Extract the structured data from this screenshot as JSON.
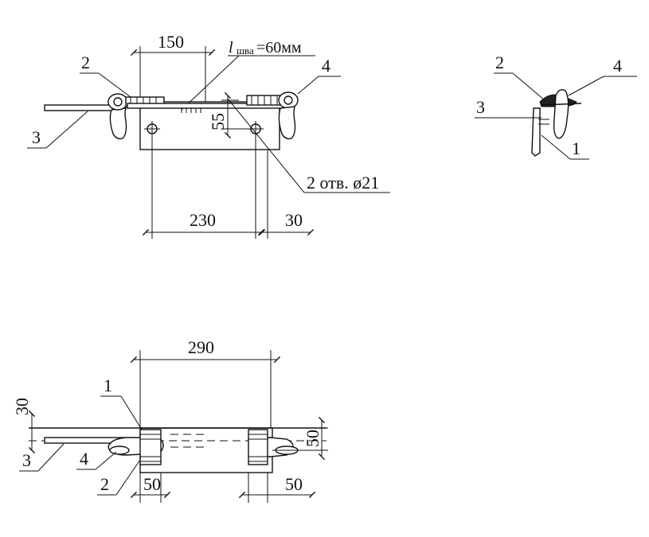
{
  "top_view": {
    "dim_width_plate": "150",
    "weld_label_l": "l",
    "weld_label_sub": "шва",
    "weld_label_value": "=60мм",
    "dim_vertical": "55",
    "holes_note": "2 отв. ø21",
    "dim_holes_spacing": "230",
    "dim_edge": "30",
    "callouts": [
      "2",
      "3",
      "4"
    ]
  },
  "side_view": {
    "callouts": [
      "2",
      "4",
      "3",
      "1"
    ]
  },
  "bottom_view": {
    "dim_overall": "290",
    "dim_left_vertical": "30",
    "dim_right_vertical": "50",
    "dim_bottom_left": "50",
    "dim_bottom_right": "50",
    "callouts": [
      "1",
      "3",
      "4",
      "2"
    ]
  }
}
